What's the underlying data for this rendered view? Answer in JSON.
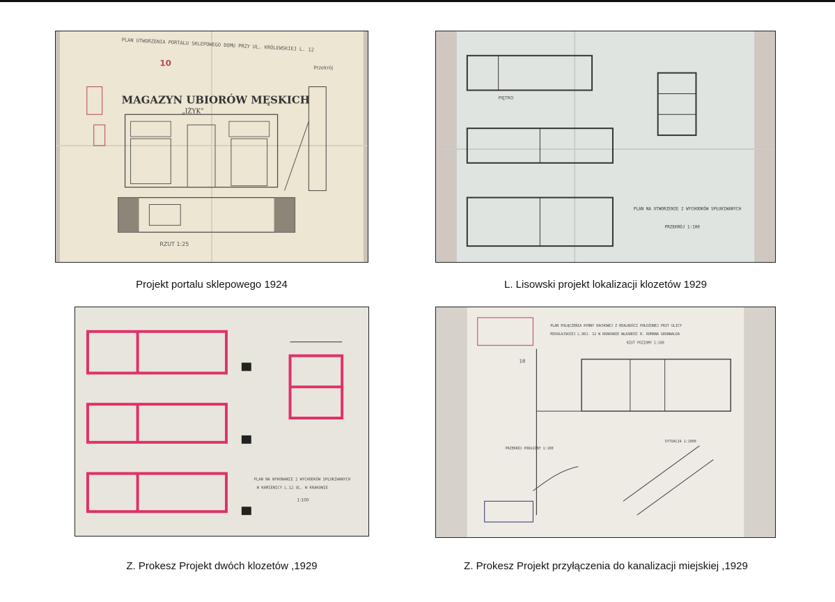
{
  "captions": {
    "top_left": "Projekt portalu sklepowego 1924",
    "top_right": "L. Lisowski projekt lokalizacji klozetów 1929",
    "bottom_left": "Z. Prokesz Projekt dwóch klozetów ,1929",
    "bottom_right": "Z. Prokesz Projekt przyłączenia do kanalizacji miejskiej ,1929"
  },
  "drawing1": {
    "header": "PLAN UTWORZENIA PORTALU SKLEPOWEGO DOMU PRZY UL. KRÓLEWSKIEJ L. 12",
    "sign_main": "MAGAZYN UBIORÓW MĘSKICH",
    "sign_sub": "„IŻYK”",
    "stamp_number": "10",
    "scale_note": "RZUT 1:25",
    "corner_note": "Przekrój"
  },
  "drawing2": {
    "legend": "PLAN NA UTWORZENIE 2 WYCHODKÓW SPŁUKIWANYCH",
    "plan_label": "PIĘTRO",
    "scale_note": "PRZEKRÓJ 1:100"
  },
  "drawing3": {
    "title": "PLAN NA WYKONANIE 2 WYCHODKÓW SPŁUKIWANYCH",
    "subtitle": "W KAMIENICY L.12 UL. W KRAKOWIE",
    "scale_note": "1:100"
  },
  "drawing4": {
    "title_line1": "PLAN POŁĄCZENIA RYNNY DACHOWEJ Z REALNOŚCI POŁOŻONEJ PRZY ULICY",
    "title_line2": "MIKOŁAJSKIEJ L.ORJ. 12 W KRAKOWIE  WŁASNOŚĆ R. ROMANA GRUNWALDA",
    "plan_label": "RZUT POZIOMY 1:100",
    "profile_label": "PRZEKRÓJ PODŁUŻNY 1:100",
    "situation_label": "SYTUACJA 1:1000",
    "stamp_number": "18"
  },
  "colors": {
    "paper_warm": "#ece6d2",
    "paper_blue": "#dfe4e0",
    "ink": "#3a3a3a",
    "red_wall": "#e0306a"
  }
}
